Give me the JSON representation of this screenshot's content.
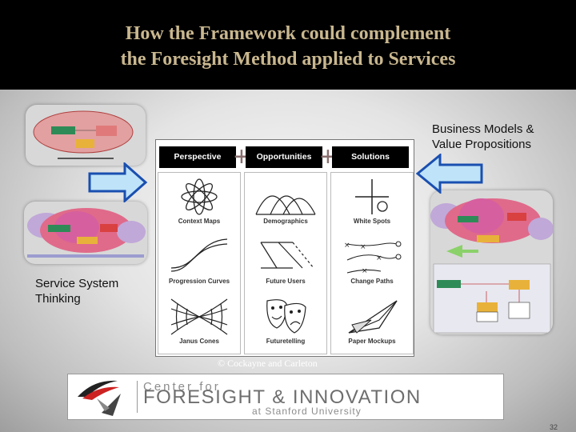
{
  "title": {
    "line1": "How the Framework could complement",
    "line2": "the Foresight Method applied to Services"
  },
  "labels": {
    "business_models": "Business Models &",
    "value_propositions": "Value Propositions",
    "service_system": "Service System",
    "thinking": "Thinking"
  },
  "framework": {
    "headers": [
      "Perspective",
      "Opportunities",
      "Solutions"
    ],
    "plus": "+",
    "cells": [
      [
        "Context Maps",
        "Demographics",
        "White Spots"
      ],
      [
        "Progression Curves",
        "Future Users",
        "Change Paths"
      ],
      [
        "Janus Cones",
        "Futuretelling",
        "Paper Mockups"
      ]
    ]
  },
  "credit": "© Cockayne and Carleton",
  "logo": {
    "line1": "Center for",
    "line2": "FORESIGHT & INNOVATION",
    "line3": "at Stanford University"
  },
  "page_number": "32",
  "colors": {
    "title_color": "#c9b78f",
    "arrow_fill": "#bfe3f8",
    "arrow_stroke": "#1a4fb0"
  }
}
